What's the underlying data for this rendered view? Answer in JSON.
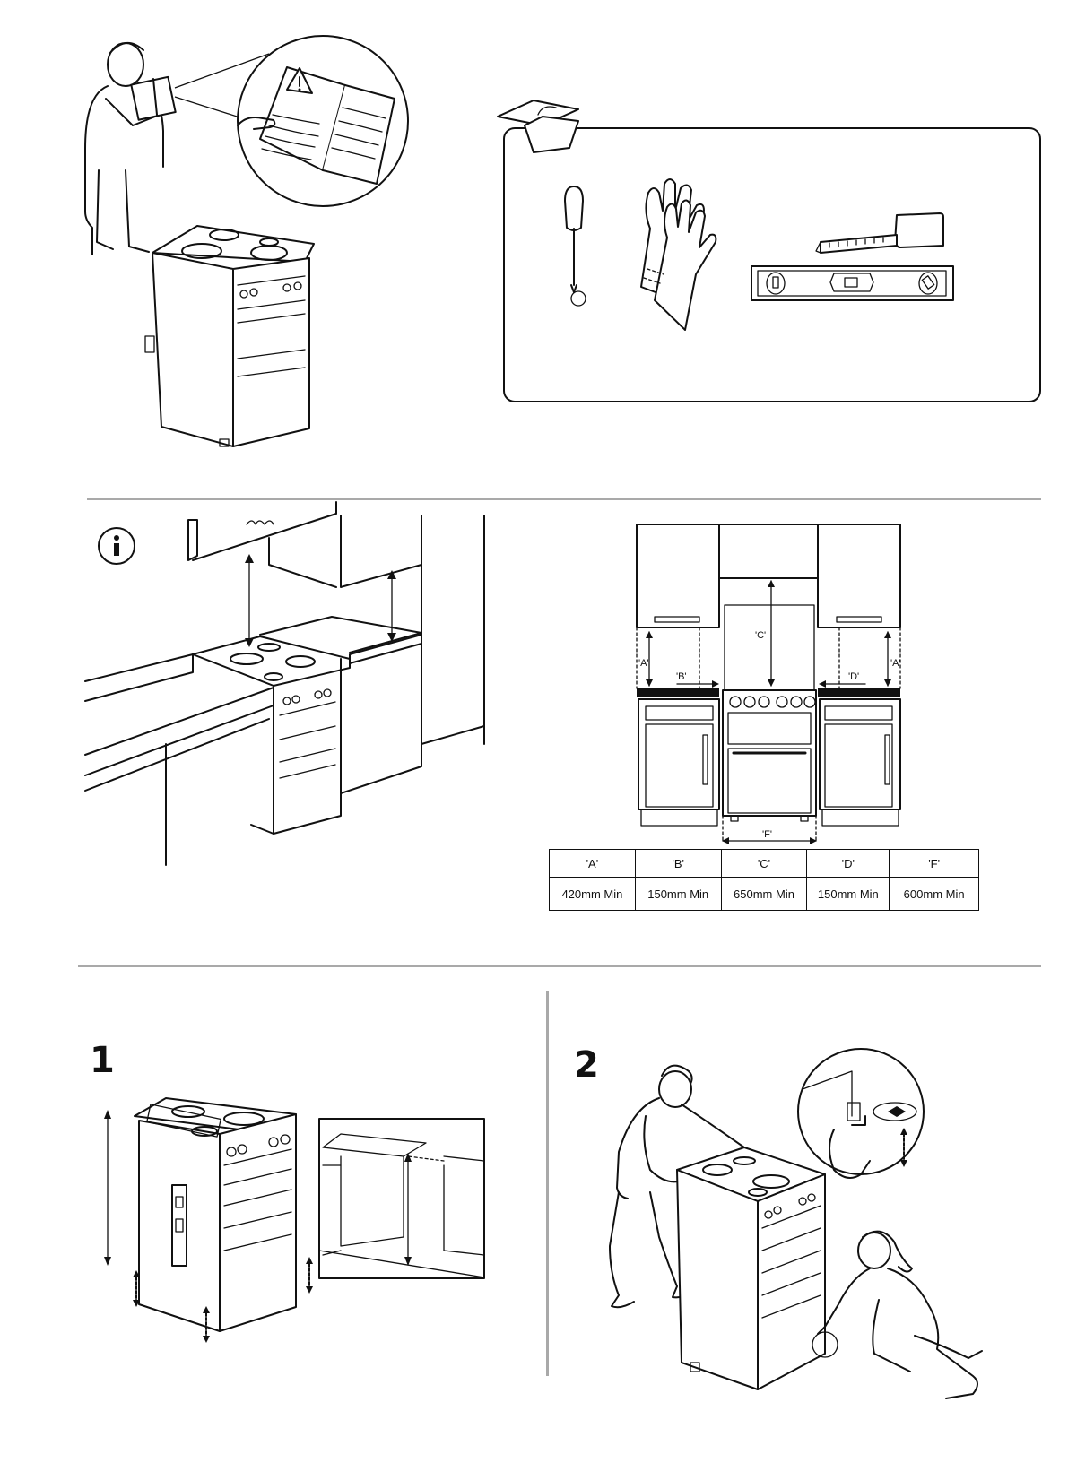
{
  "clearance_table": {
    "headers": [
      "'A'",
      "'B'",
      "'C'",
      "'D'",
      "'F'"
    ],
    "values": [
      "420mm Min",
      "150mm Min",
      "650mm Min",
      "150mm Min",
      "600mm Min"
    ]
  },
  "diagram_labels": {
    "a_left": "'A'",
    "a_right": "'A'",
    "b": "'B'",
    "c": "'C'",
    "d": "'D'",
    "f": "'F'"
  },
  "steps": {
    "step1": "1",
    "step2": "2"
  },
  "icons": [
    "person-reading-manual-icon",
    "warning-icon",
    "toolbox-icon",
    "screwdriver-icon",
    "gloves-icon",
    "tape-measure-icon",
    "spirit-level-icon",
    "info-icon",
    "cooker-icon"
  ]
}
